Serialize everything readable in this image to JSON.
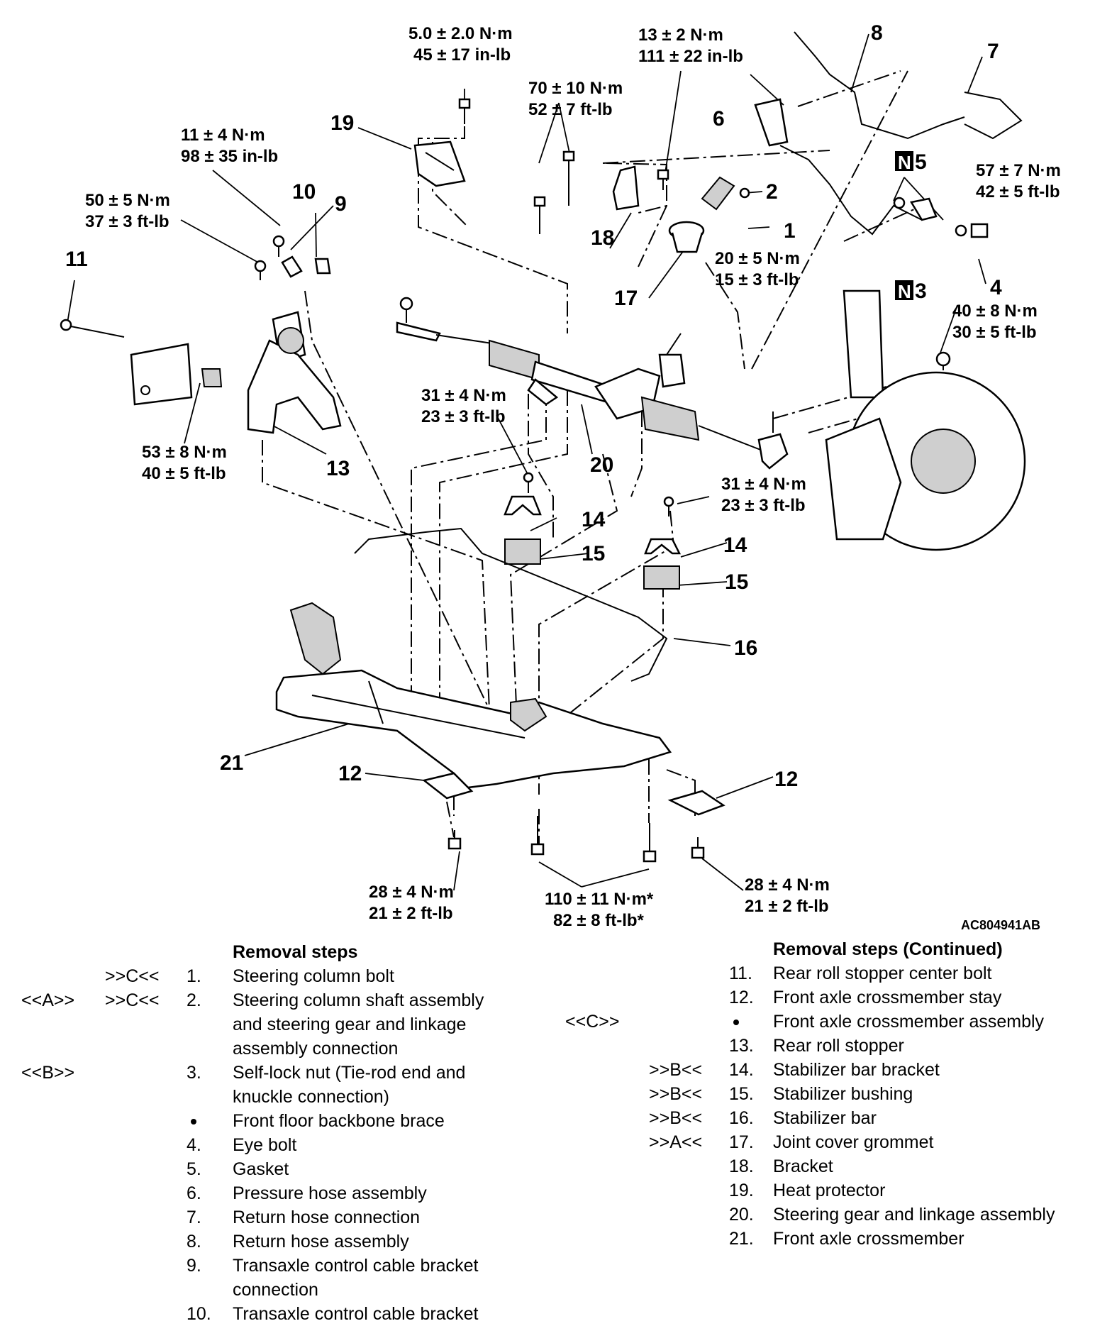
{
  "figure_id": "AC804941AB",
  "torque_specs": {
    "t_5_0": [
      "5.0 ± 2.0 N·m",
      "45 ± 17 in-lb"
    ],
    "t_13": [
      "13 ± 2 N·m",
      "111 ± 22 in-lb"
    ],
    "t_70": [
      "70 ± 10 N·m",
      "52 ± 7 ft-lb"
    ],
    "t_11": [
      "11 ± 4 N·m",
      "98 ± 35 in-lb"
    ],
    "t_50": [
      "50 ± 5 N·m",
      "37 ± 3 ft-lb"
    ],
    "t_57": [
      "57 ± 7 N·m",
      "42 ± 5 ft-lb"
    ],
    "t_20": [
      "20 ± 5 N·m",
      "15 ± 3 ft-lb"
    ],
    "t_40": [
      "40 ± 8 N·m",
      "30 ± 5 ft-lb"
    ],
    "t_31a": [
      "31 ± 4 N·m",
      "23 ± 3 ft-lb"
    ],
    "t_53": [
      "53 ± 8 N·m",
      "40 ± 5 ft-lb"
    ],
    "t_31b": [
      "31 ± 4 N·m",
      "23 ± 3 ft-lb"
    ],
    "t_28a": [
      "28 ± 4 N·m",
      "21 ± 2 ft-lb"
    ],
    "t_110": [
      "110 ± 11 N·m*",
      "82 ± 8 ft-lb*"
    ],
    "t_28b": [
      "28 ± 4 N·m",
      "21 ± 2 ft-lb"
    ]
  },
  "callouts": {
    "c1": "1",
    "c2": "2",
    "c3": "3",
    "c4": "4",
    "c5": "5",
    "c6": "6",
    "c7": "7",
    "c8": "8",
    "c9": "9",
    "c10": "10",
    "c11": "11",
    "c12a": "12",
    "c12b": "12",
    "c13": "13",
    "c14a": "14",
    "c14b": "14",
    "c15a": "15",
    "c15b": "15",
    "c16": "16",
    "c17": "17",
    "c18": "18",
    "c19": "19",
    "c20": "20",
    "c21": "21",
    "n_badge": "N"
  },
  "removal_steps": {
    "heading": "Removal steps",
    "items": [
      {
        "a1": "",
        "a2": ">>C<<",
        "num": "1.",
        "lines": [
          "Steering column bolt"
        ]
      },
      {
        "a1": "<<A>>",
        "a2": ">>C<<",
        "num": "2.",
        "lines": [
          "Steering column shaft assembly",
          "and steering gear and linkage",
          "assembly connection"
        ]
      },
      {
        "a1": "<<B>>",
        "a2": "",
        "num": "3.",
        "lines": [
          "Self-lock nut (Tie-rod end and",
          "knuckle connection)"
        ]
      },
      {
        "a1": "",
        "a2": "",
        "num": "•",
        "lines": [
          "Front floor backbone brace"
        ]
      },
      {
        "a1": "",
        "a2": "",
        "num": "4.",
        "lines": [
          "Eye bolt"
        ]
      },
      {
        "a1": "",
        "a2": "",
        "num": "5.",
        "lines": [
          "Gasket"
        ]
      },
      {
        "a1": "",
        "a2": "",
        "num": "6.",
        "lines": [
          "Pressure hose assembly"
        ]
      },
      {
        "a1": "",
        "a2": "",
        "num": "7.",
        "lines": [
          "Return hose connection"
        ]
      },
      {
        "a1": "",
        "a2": "",
        "num": "8.",
        "lines": [
          "Return hose assembly"
        ]
      },
      {
        "a1": "",
        "a2": "",
        "num": "9.",
        "lines": [
          "Transaxle control cable bracket",
          "connection"
        ]
      },
      {
        "a1": "",
        "a2": "",
        "num": "10.",
        "lines": [
          "Transaxle control cable bracket"
        ]
      }
    ]
  },
  "removal_steps_continued": {
    "heading": "Removal steps (Continued)",
    "items": [
      {
        "a1": "",
        "a2": "",
        "num": "11.",
        "lines": [
          "Rear roll stopper center bolt"
        ]
      },
      {
        "a1": "",
        "a2": "",
        "num": "12.",
        "lines": [
          "Front axle crossmember stay"
        ]
      },
      {
        "a1": "<<C>>",
        "a2": "",
        "num": "•",
        "lines": [
          "Front axle crossmember assembly"
        ]
      },
      {
        "a1": "",
        "a2": "",
        "num": "13.",
        "lines": [
          "Rear roll stopper"
        ]
      },
      {
        "a1": "",
        "a2": ">>B<<",
        "num": "14.",
        "lines": [
          "Stabilizer bar bracket"
        ]
      },
      {
        "a1": "",
        "a2": ">>B<<",
        "num": "15.",
        "lines": [
          "Stabilizer bushing"
        ]
      },
      {
        "a1": "",
        "a2": ">>B<<",
        "num": "16.",
        "lines": [
          "Stabilizer bar"
        ]
      },
      {
        "a1": "",
        "a2": ">>A<<",
        "num": "17.",
        "lines": [
          "Joint cover grommet"
        ]
      },
      {
        "a1": "",
        "a2": "",
        "num": "18.",
        "lines": [
          "Bracket"
        ]
      },
      {
        "a1": "",
        "a2": "",
        "num": "19.",
        "lines": [
          "Heat protector"
        ]
      },
      {
        "a1": "",
        "a2": "",
        "num": "20.",
        "lines": [
          "Steering gear and linkage assembly"
        ]
      },
      {
        "a1": "",
        "a2": "",
        "num": "21.",
        "lines": [
          "Front axle crossmember"
        ]
      }
    ]
  }
}
